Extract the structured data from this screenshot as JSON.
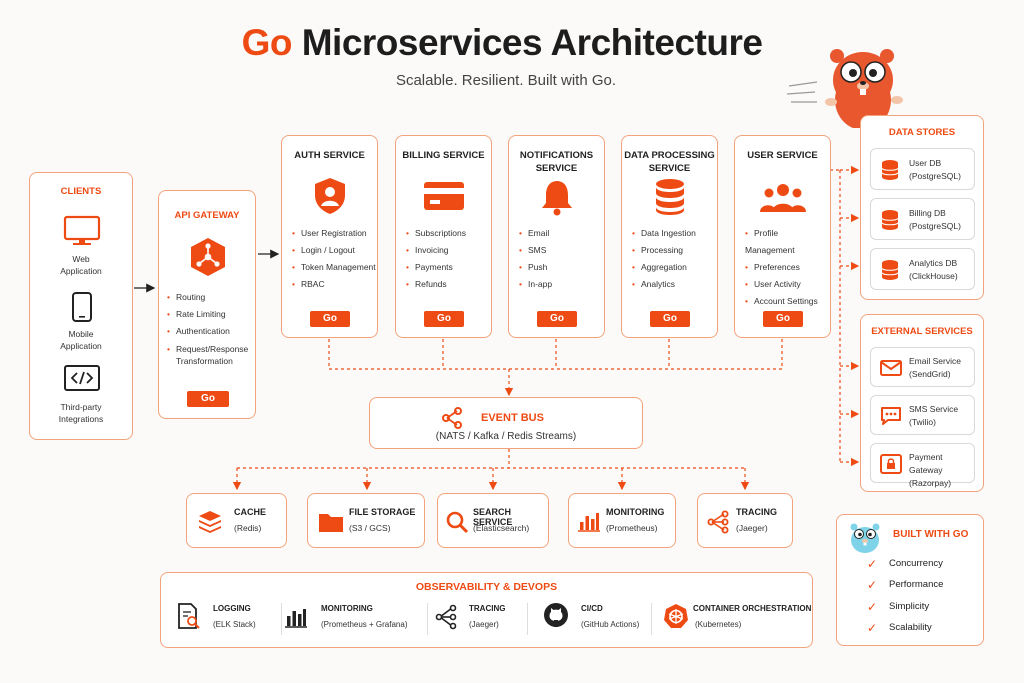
{
  "header": {
    "title_go": "Go",
    "title_rest": "Microservices Architecture",
    "subtitle": "Scalable. Resilient. Built with Go."
  },
  "clients": {
    "title": "CLIENTS",
    "items": [
      "Web\nApplication",
      "Mobile\nApplication",
      "Third-party\nIntegrations"
    ]
  },
  "gateway": {
    "title": "API GATEWAY",
    "features": [
      "Routing",
      "Rate Limiting",
      "Authentication",
      "Request/Response\nTransformation"
    ],
    "badge": "Go"
  },
  "services": [
    {
      "title": "AUTH SERVICE",
      "icon": "shield-user-icon",
      "features": [
        "User Registration",
        "Login / Logout",
        "Token Management",
        "RBAC"
      ],
      "badge": "Go"
    },
    {
      "title": "BILLING SERVICE",
      "icon": "credit-card-icon",
      "features": [
        "Subscriptions",
        "Invoicing",
        "Payments",
        "Refunds"
      ],
      "badge": "Go"
    },
    {
      "title": "NOTIFICATIONS\nSERVICE",
      "icon": "bell-icon",
      "features": [
        "Email",
        "SMS",
        "Push",
        "In-app"
      ],
      "badge": "Go"
    },
    {
      "title": "DATA PROCESSING\nSERVICE",
      "icon": "database-icon",
      "features": [
        "Data Ingestion",
        "Processing",
        "Aggregation",
        "Analytics"
      ],
      "badge": "Go"
    },
    {
      "title": "USER SERVICE",
      "icon": "users-icon",
      "features": [
        "Profile Management",
        "Preferences",
        "User Activity",
        "Account Settings"
      ],
      "badge": "Go"
    }
  ],
  "data_stores": {
    "title": "DATA STORES",
    "items": [
      "User DB\n(PostgreSQL)",
      "Billing DB\n(PostgreSQL)",
      "Analytics DB\n(ClickHouse)"
    ]
  },
  "external": {
    "title": "EXTERNAL SERVICES",
    "items": [
      "Email Service\n(SendGrid)",
      "SMS Service\n(Twilio)",
      "Payment Gateway\n(Razorpay)"
    ]
  },
  "event_bus": {
    "title": "EVENT BUS",
    "subtitle": "(NATS / Kafka / Redis Streams)"
  },
  "infra": [
    {
      "title": "CACHE",
      "sub": "(Redis)",
      "icon": "layers-icon"
    },
    {
      "title": "FILE STORAGE",
      "sub": "(S3 / GCS)",
      "icon": "folder-icon"
    },
    {
      "title": "SEARCH SERVICE",
      "sub": "(Elasticsearch)",
      "icon": "search-icon"
    },
    {
      "title": "MONITORING",
      "sub": "(Prometheus)",
      "icon": "bar-chart-icon"
    },
    {
      "title": "TRACING",
      "sub": "(Jaeger)",
      "icon": "share-nodes-icon"
    }
  ],
  "observability": {
    "title": "OBSERVABILITY & DEVOPS",
    "items": [
      {
        "title": "LOGGING",
        "sub": "(ELK Stack)",
        "icon": "log-search-icon"
      },
      {
        "title": "MONITORING",
        "sub": "(Prometheus + Grafana)",
        "icon": "bar-chart-icon"
      },
      {
        "title": "TRACING",
        "sub": "(Jaeger)",
        "icon": "share-nodes-icon"
      },
      {
        "title": "CI/CD",
        "sub": "(GitHub Actions)",
        "icon": "github-icon"
      },
      {
        "title": "CONTAINER ORCHESTRATION",
        "sub": "(Kubernetes)",
        "icon": "kubernetes-icon"
      }
    ]
  },
  "built_with_go": {
    "title": "BUILT WITH GO",
    "items": [
      "Concurrency",
      "Performance",
      "Simplicity",
      "Scalability"
    ]
  },
  "colors": {
    "accent": "#ee4b14",
    "border": "#f3a37b",
    "gopher": "#e8572e"
  }
}
